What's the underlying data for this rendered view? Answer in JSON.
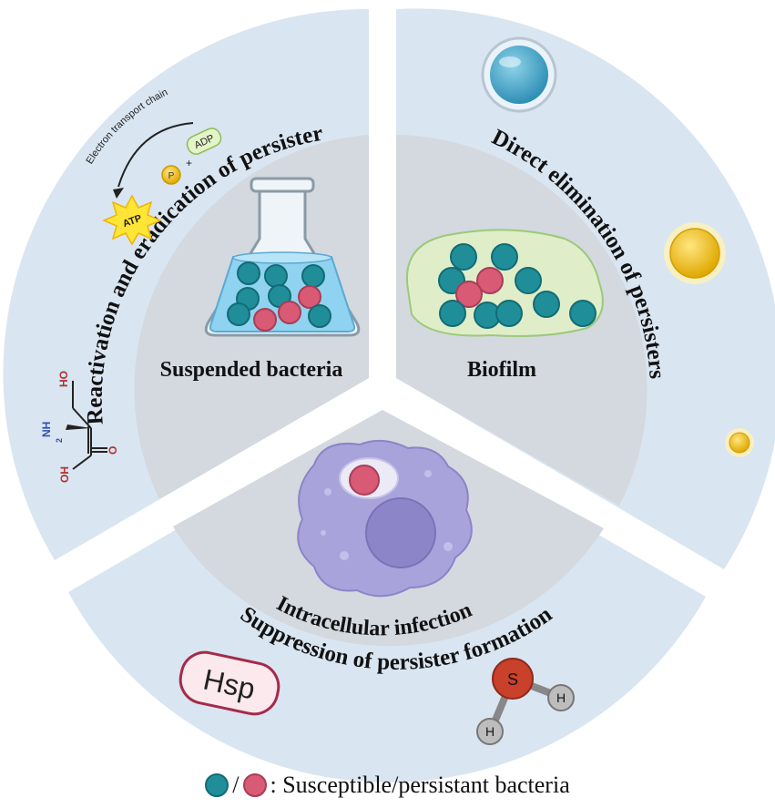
{
  "colors": {
    "outer_ring": "#d9e5f1",
    "inner_disc": "#d4d8df",
    "susceptible": "#1f8e99",
    "persistent": "#d85a74",
    "biofilm_fill": "#dfeec9",
    "macrophage": "#a9a3dc",
    "gold": "#f1c21b"
  },
  "sections": {
    "reactivation": {
      "title": "Reactivation and eradication of persister",
      "etc_label": "Electron transport chain",
      "adp_label": "ADP",
      "pi_label": "P",
      "plus": "+",
      "atp_label": "ATP",
      "molecule": {
        "oh_top": "HO",
        "nh2": "NH",
        "nh2_sub": "2",
        "oh_bottom": "OH",
        "o": "O"
      }
    },
    "direct": {
      "title": "Direct elimination of persisters"
    },
    "suppression": {
      "title": "Suppression of persister formation",
      "hsp_label": "Hsp",
      "h2s": {
        "s": "S",
        "h1": "H",
        "h2": "H"
      }
    }
  },
  "inner": {
    "suspended": "Suspended bacteria",
    "biofilm": "Biofilm",
    "intracellular": "Intracellular infection"
  },
  "legend": {
    "separator": "/",
    "text": ": Susceptible/persistant bacteria"
  }
}
